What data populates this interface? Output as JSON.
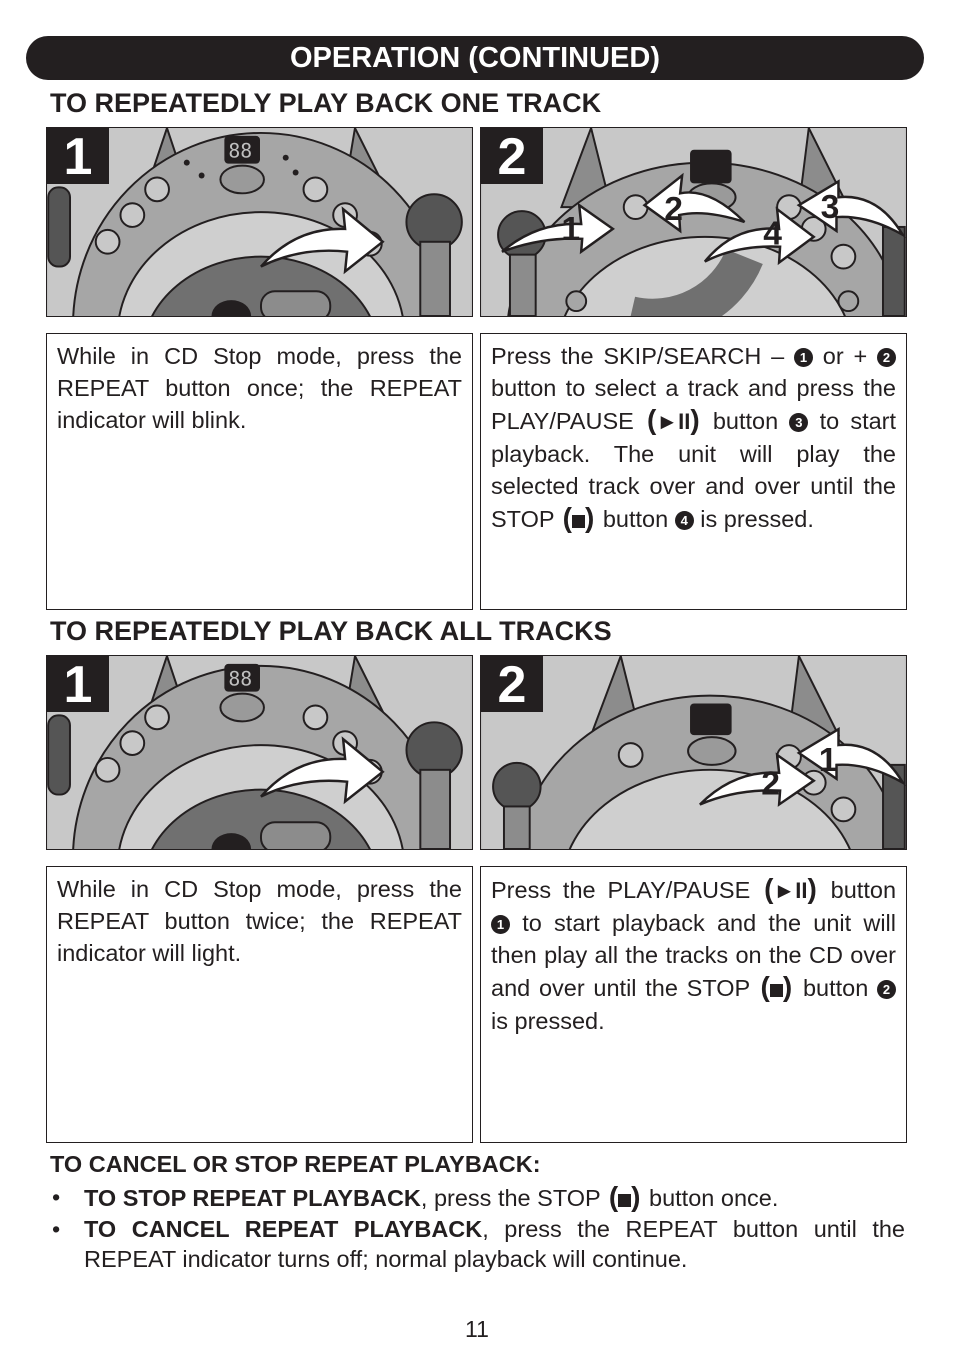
{
  "header": {
    "title": "OPERATION (CONTINUED)"
  },
  "section1": {
    "title": "TO REPEATEDLY PLAY BACK ONE TRACK",
    "step1": {
      "number": "1",
      "callouts": []
    },
    "step2": {
      "number": "2",
      "callouts": [
        "1",
        "2",
        "3",
        "4"
      ]
    },
    "text1": "While in CD Stop mode, press the REPEAT button once; the REPEAT indicator will blink.",
    "text2": {
      "a": "Press the SKIP/SEARCH –",
      "c1": "1",
      "b": "or +",
      "c2": "2",
      "d": "button to select a track and press the PLAY/PAUSE",
      "playpause": "►II",
      "e": "button",
      "c3": "3",
      "f": "to start playback. The unit will play the selected track over and over until the STOP",
      "g": "button",
      "c4": "4",
      "h": "is pressed."
    }
  },
  "section2": {
    "title": "TO REPEATEDLY PLAY BACK ALL TRACKS",
    "step1": {
      "number": "1"
    },
    "step2": {
      "number": "2",
      "callouts": [
        "1",
        "2"
      ]
    },
    "text1": "While in CD Stop mode, press the REPEAT button twice; the REPEAT indicator will light.",
    "text2": {
      "a": "Press the PLAY/PAUSE",
      "playpause": "►II",
      "b": "button",
      "c1": "1",
      "c": "to start playback and the unit will then play all the tracks on the CD over and over until the STOP",
      "d": "button",
      "c2": "2",
      "e": "is pressed."
    }
  },
  "cancel": {
    "title": "TO CANCEL OR STOP REPEAT PLAYBACK:",
    "bullet1": {
      "bold": "TO STOP REPEAT PLAYBACK",
      "a": ", press the STOP",
      "b": "button once."
    },
    "bullet2": {
      "bold": "TO CANCEL REPEAT PLAYBACK",
      "a": ", press the REPEAT button until the REPEAT indicator turns off; normal playback will continue."
    }
  },
  "footer": {
    "page_number": "11"
  },
  "colors": {
    "dark": "#231f20",
    "panel_gray": "#bfbfbf",
    "mid_gray": "#8c8c8c",
    "dark_gray": "#555555"
  },
  "icons": {
    "bullet": "•",
    "display": "88"
  }
}
